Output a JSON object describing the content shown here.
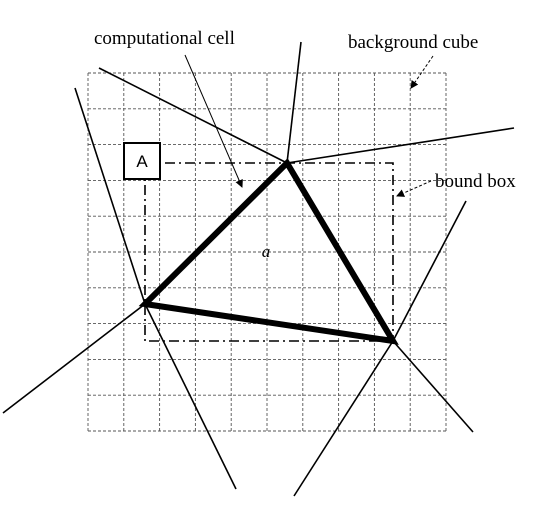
{
  "labels": {
    "computational_cell": "computational cell",
    "background_cube": "background cube",
    "bound_box": "bound box",
    "cell_letter": "a",
    "box_letter": "A"
  }
}
